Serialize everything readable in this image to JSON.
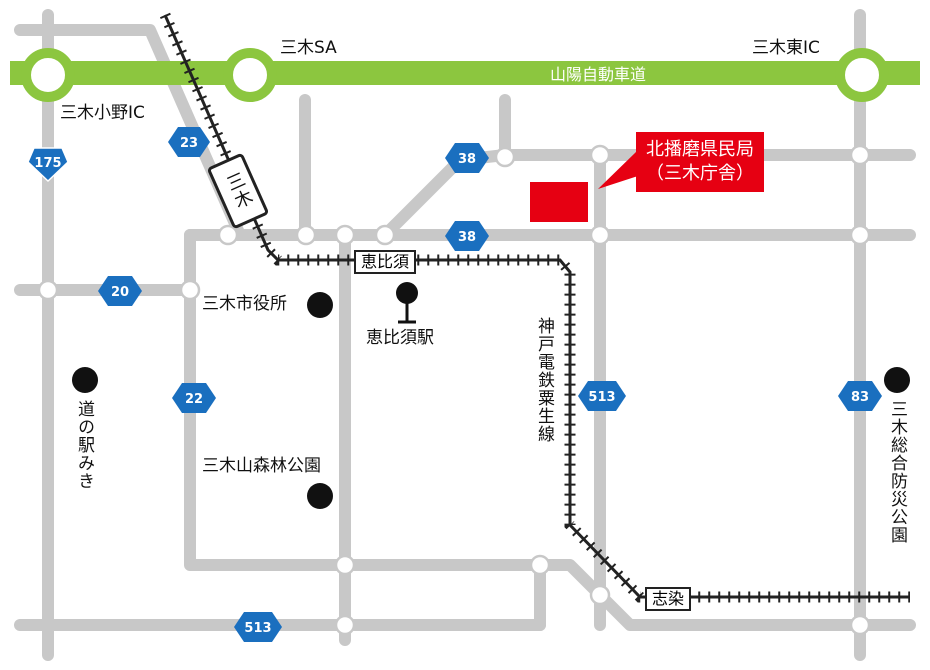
{
  "expressway": {
    "name": "山陽自動車道",
    "color": "#8cc63f"
  },
  "interchanges": [
    "三木小野IC",
    "三木SA",
    "三木東IC"
  ],
  "routes": [
    "175",
    "23",
    "38",
    "38",
    "20",
    "22",
    "513",
    "513",
    "83"
  ],
  "stations": [
    "恵比須",
    "志染"
  ],
  "railway": {
    "label": "三木",
    "line_name": "神戸電鉄粟生線"
  },
  "landmarks": [
    "三木市役所",
    "恵比須駅",
    "三木山森林公園",
    "道の駅みき",
    "三木総合防災公園"
  ],
  "target": {
    "title": "北播磨県民局",
    "subtitle": "（三木庁舎）",
    "color": "#e60012"
  },
  "colors": {
    "road": "#c8c8c8",
    "route_shield": "#1a6fbf",
    "railway": "#222222"
  }
}
